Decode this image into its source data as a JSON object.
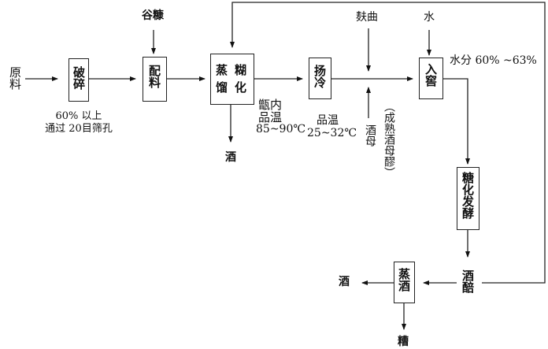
{
  "diagram": {
    "title": "",
    "nodes": {
      "raw_material": "原料",
      "crush": "破碎",
      "batching": "配料",
      "steam_gelatinize": [
        "蒸",
        "糊",
        "馏",
        "化"
      ],
      "cool": "扬冷",
      "into_pit": "入窖",
      "saccharify_ferment": "糖化发酵",
      "fermented_grains": "酒醅",
      "distill": "蒸酒"
    },
    "inputs": {
      "rice_husk": "谷糠",
      "bran_koji": "麸曲",
      "water": "水",
      "yeast": "酒母",
      "yeast_note": "（成熟酒母醪）"
    },
    "outputs": {
      "liquor_1": "酒",
      "liquor_2": "酒",
      "spent_grains": "糟"
    },
    "annotations": {
      "crush_line1": "60% 以上",
      "crush_line2": "通过 20目筛孔",
      "steam_temp_line1": "甑内",
      "steam_temp_line2": "品温",
      "steam_temp_line3": "85~90℃",
      "cool_temp_line1": "品温",
      "cool_temp_line2": "25~32℃",
      "moisture": "水分 60% ~63%"
    }
  }
}
